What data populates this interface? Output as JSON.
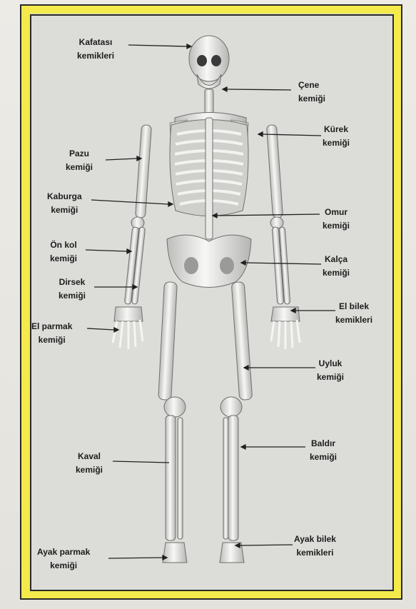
{
  "labels": {
    "kafatasi": [
      "Kafatası",
      "kemikleri"
    ],
    "cene": [
      "Çene",
      "kemiği"
    ],
    "kurek": [
      "Kürek",
      "kemiği"
    ],
    "pazu": [
      "Pazu",
      "kemiği"
    ],
    "kaburga": [
      "Kaburga",
      "kemiği"
    ],
    "omur": [
      "Omur",
      "kemiği"
    ],
    "onkol": [
      "Ön kol",
      "kemiği"
    ],
    "kalca": [
      "Kalça",
      "kemiği"
    ],
    "dirsek": [
      "Dirsek",
      "kemiği"
    ],
    "elbilek": [
      "El bilek",
      "kemikleri"
    ],
    "elparmak": [
      "El parmak",
      "kemiği"
    ],
    "uyluk": [
      "Uyluk",
      "kemiği"
    ],
    "kaval": [
      "Kaval",
      "kemiği"
    ],
    "baldir": [
      "Baldır",
      "kemiği"
    ],
    "ayakparmak": [
      "Ayak parmak",
      "kemiği"
    ],
    "ayakbilek": [
      "Ayak bilek",
      "kemikleri"
    ]
  },
  "colors": {
    "frame": "#f4ea4c",
    "bone": "#f2f2f0",
    "shade": "#8c8c8a",
    "background": "#dcdcd9"
  }
}
